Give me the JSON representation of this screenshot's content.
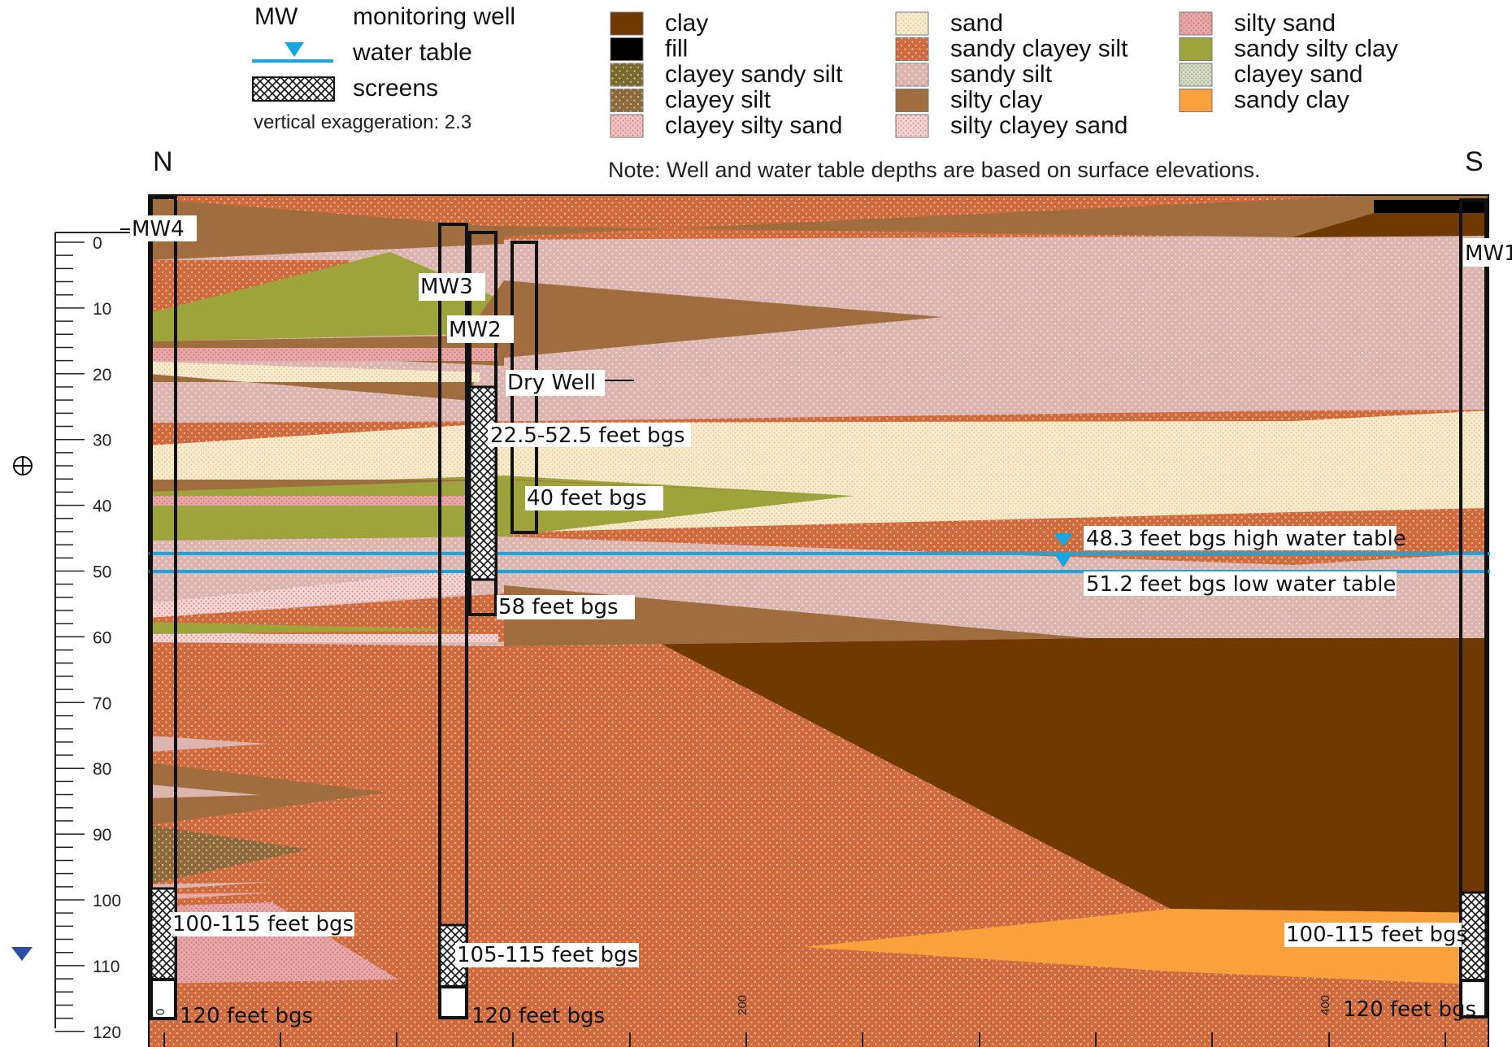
{
  "legend_left": {
    "mw_abbrev": "MW",
    "mw_label": "monitoring well",
    "water_table_label": "water table",
    "screens_label": "screens",
    "exaggeration": "vertical exaggeration: 2.3"
  },
  "legend_materials": [
    {
      "name": "clay",
      "color": "#6f3903",
      "pattern": "none"
    },
    {
      "name": "fill",
      "color": "#000000",
      "pattern": "none"
    },
    {
      "name": "clayey sandy silt",
      "color": "#7a6a2e",
      "pattern": "dots-light"
    },
    {
      "name": "clayey silt",
      "color": "#8e6a3a",
      "pattern": "dots-light"
    },
    {
      "name": "clayey silty sand",
      "color": "#f0c3c3",
      "pattern": "dots-red"
    },
    {
      "name": "sand",
      "color": "#f8ebcc",
      "pattern": "dots-tan"
    },
    {
      "name": "sandy clayey silt",
      "color": "#cf6b3d",
      "pattern": "dots-light"
    },
    {
      "name": "sandy silt",
      "color": "#dcb4b0",
      "pattern": "dots-light"
    },
    {
      "name": "silty clay",
      "color": "#a06d3e",
      "pattern": "none"
    },
    {
      "name": "silty clayey sand",
      "color": "#f3d6d6",
      "pattern": "dots-red"
    },
    {
      "name": "silty sand",
      "color": "#e6a9ab",
      "pattern": "dots-red"
    },
    {
      "name": "sandy silty clay",
      "color": "#9ea43c",
      "pattern": "none"
    },
    {
      "name": "clayey sand",
      "color": "#d6dcc6",
      "pattern": "dots-green"
    },
    {
      "name": "sandy clay",
      "color": "#f9a23d",
      "pattern": "none"
    }
  ],
  "note": "Note: Well and water table depths are based on surface elevations.",
  "directions": {
    "north": "N",
    "south": "S"
  },
  "wells": {
    "mw4": "MW4",
    "mw3": "MW3",
    "mw2": "MW2",
    "dry": "Dry Well",
    "mw1": "MW1"
  },
  "annotations": {
    "mw2_screen": "22.5-52.5 feet bgs",
    "dry_depth": "40 feet bgs",
    "mw2_depth": "58 feet bgs",
    "high_wt": "48.3 feet bgs high water table",
    "low_wt": "51.2 feet bgs low water table",
    "mw4_screen": "100-115 feet bgs",
    "mw3_screen": "105-115 feet bgs",
    "mw1_screen": "100-115 feet bgs",
    "mw4_depth": "120 feet bgs",
    "mw3_depth": "120 feet bgs",
    "mw1_depth": "120 feet bgs"
  },
  "depth_axis": {
    "ticks": [
      "0",
      "10",
      "20",
      "30",
      "40",
      "50",
      "60",
      "70",
      "80",
      "90",
      "100",
      "110",
      "120"
    ],
    "values": [
      0,
      10,
      20,
      30,
      40,
      50,
      60,
      70,
      80,
      90,
      100,
      110,
      120
    ]
  },
  "distance_axis": {
    "labels": [
      "0",
      "200",
      "400"
    ]
  },
  "colors": {
    "water": "#16a7e0",
    "well": "#222222"
  },
  "icons": {
    "compass": "crosshair-circle-icon",
    "water_level": "blue-triangle-icon"
  }
}
